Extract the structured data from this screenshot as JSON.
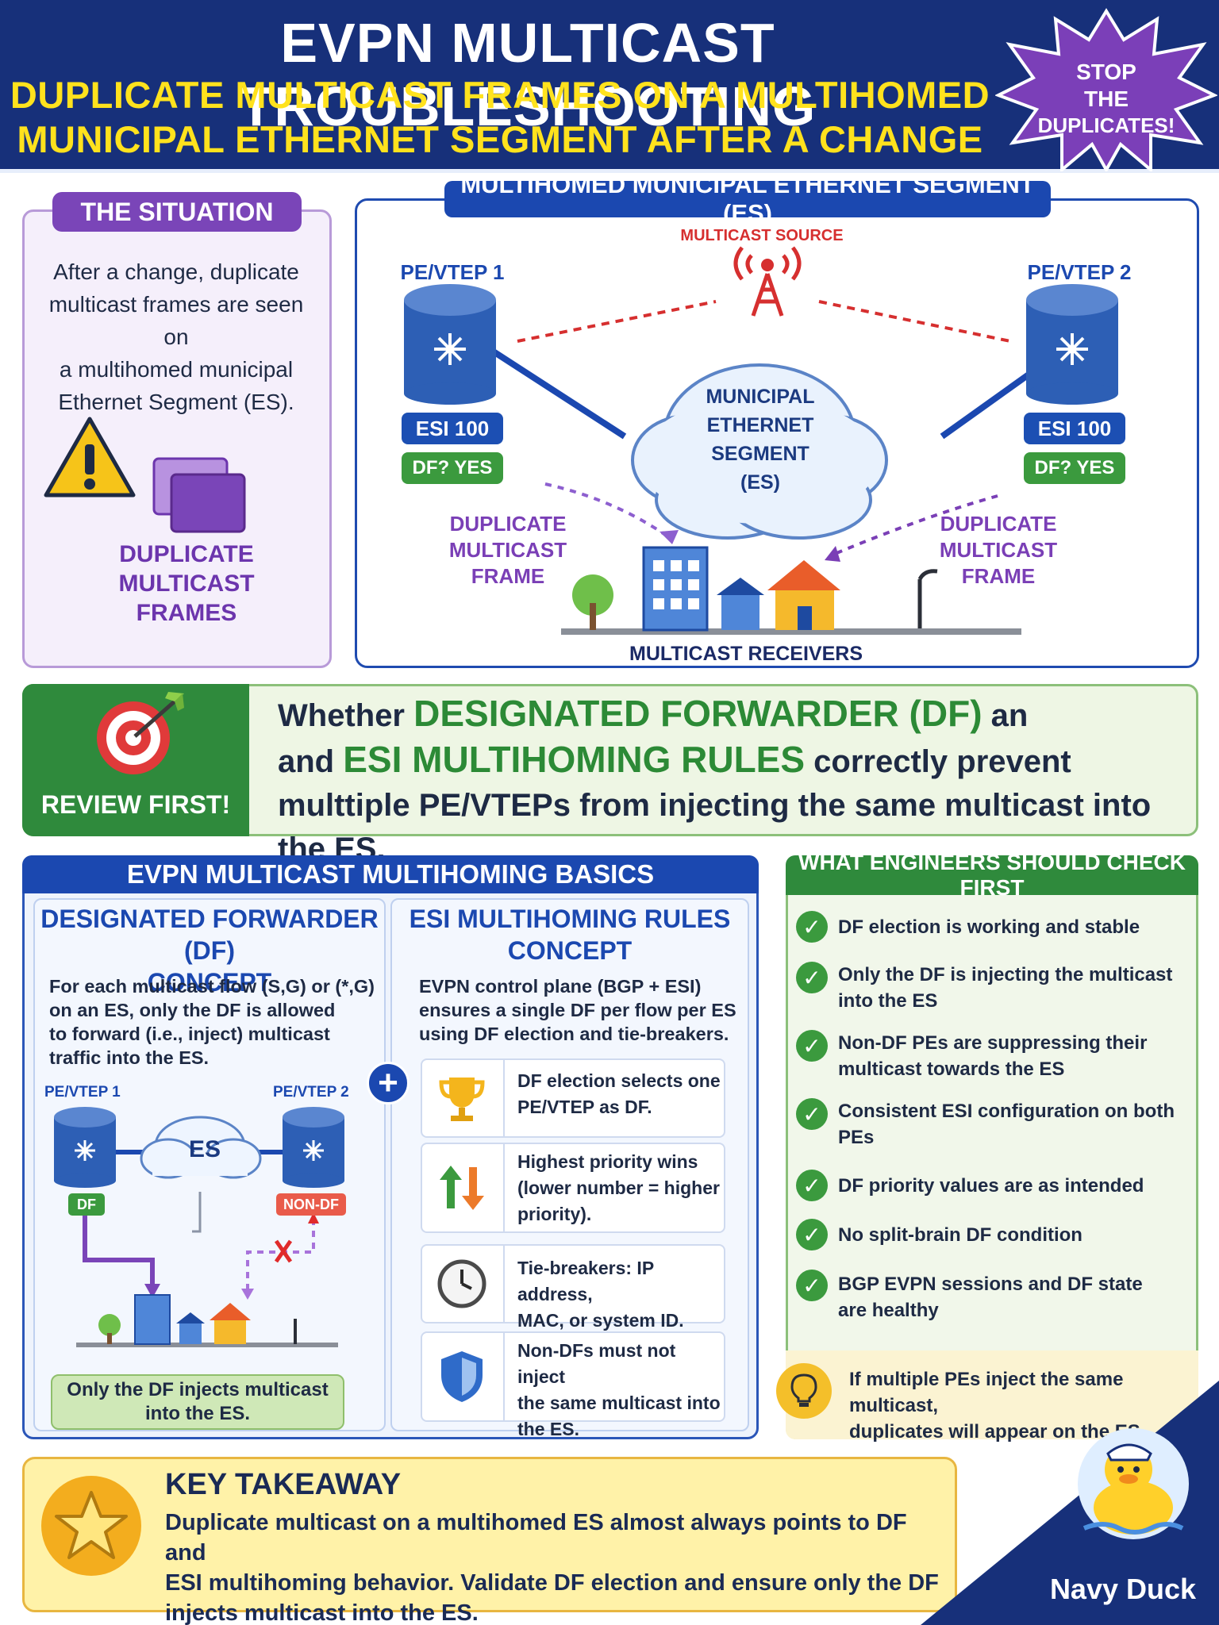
{
  "header": {
    "title": "EVPN MULTICAST TROUBLESHOOTING",
    "subtitle_line1": "DUPLICATE MULTICAST FRAMES ON A MULTIHOMED",
    "subtitle_line2": "MUNICIPAL ETHERNET SEGMENT AFTER A CHANGE",
    "starburst_line1": "STOP",
    "starburst_line2": "THE",
    "starburst_line3": "DUPLICATES!"
  },
  "situation": {
    "title": "THE SITUATION",
    "text_line1": "After a change, duplicate",
    "text_line2": "multicast frames are seen on",
    "text_line3": "a multihomed municipal",
    "text_line4": "Ethernet Segment (ES).",
    "dup_line1": "DUPLICATE",
    "dup_line2": "MULTICAST",
    "dup_line3": "FRAMES"
  },
  "es_diagram": {
    "title": "MULTIHOMED MUNICIPAL ETHERNET SEGMENT (ES)",
    "source_label": "MULTICAST SOURCE",
    "pe1_label": "PE/VTEP 1",
    "pe2_label": "PE/VTEP 2",
    "esi1": "ESI 100",
    "esi2": "ESI 100",
    "df1": "DF? YES",
    "df2": "DF? YES",
    "cloud_line1": "MUNICIPAL",
    "cloud_line2": "ETHERNET",
    "cloud_line3": "SEGMENT",
    "cloud_line4": "(ES)",
    "dup_left_line1": "DUPLICATE",
    "dup_left_line2": "MULTICAST",
    "dup_left_line3": "FRAME",
    "dup_right_line1": "DUPLICATE",
    "dup_right_line2": "MULTICAST",
    "dup_right_line3": "FRAME",
    "receivers_label": "MULTICAST RECEIVERS"
  },
  "review": {
    "label": "REVIEW FIRST!",
    "p1": "Whether ",
    "h1": "DESIGNATED FORWARDER (DF)",
    "p2": " an",
    "p3": "and ",
    "h2": "ESI MULTIHOMING RULES",
    "p4": " correctly prevent",
    "line3": "multtiple PE/VTEPs from injecting the same multicast into the ES."
  },
  "basics": {
    "title": "EVPN MULTICAST MULTIHOMING BASICS",
    "df_title_line1": "DESIGNATED FORWARDER (DF)",
    "df_title_line2": "CONCEPT",
    "df_text_line1": "For each multicast flow (S,G) or (*,G)",
    "df_text_line2": "on an ES, only the DF is allowed",
    "df_text_line3": "to forward (i.e., inject) multicast",
    "df_text_line4": "traffic into the ES.",
    "mini_pe1": "PE/VTEP 1",
    "mini_pe2": "PE/VTEP 2",
    "mini_es": "ES",
    "mini_df": "DF",
    "mini_nondf": "NON-DF",
    "df_only_line1": "Only the DF injects multicast",
    "df_only_line2": "into the ES.",
    "esi_title_line1": "ESI MULTIHOMING RULES",
    "esi_title_line2": "CONCEPT",
    "esi_text_line1": "EVPN control plane (BGP + ESI)",
    "esi_text_line2": "ensures a single DF per flow per ES",
    "esi_text_line3": "using DF election and tie-breakers.",
    "rules": [
      {
        "icon": "trophy-icon",
        "line1": "DF election selects one",
        "line2": "PE/VTEP as DF.",
        "line3": ""
      },
      {
        "icon": "priority-arrows-icon",
        "line1": "Highest priority wins",
        "line2": "(lower number = higher",
        "line3": "priority)."
      },
      {
        "icon": "clock-icon",
        "line1": "Tie-breakers: IP address,",
        "line2": "MAC, or system ID.",
        "line3": ""
      },
      {
        "icon": "shield-icon",
        "line1": "Non-DFs must not inject",
        "line2": "the same multicast into",
        "line3": "the ES."
      }
    ]
  },
  "checks": {
    "title": "WHAT ENGINEERS SHOULD CHECK FIRST",
    "items": [
      {
        "line1": "DF election is working and stable",
        "line2": ""
      },
      {
        "line1": "Only the DF is injecting the multicast",
        "line2": "into the ES"
      },
      {
        "line1": "Non-DF PEs are suppressing their",
        "line2": "multicast towards the ES"
      },
      {
        "line1": "Consistent ESI configuration on both",
        "line2": "PEs"
      },
      {
        "line1": "DF priority values are as intended",
        "line2": ""
      },
      {
        "line1": "No split-brain DF condition",
        "line2": ""
      },
      {
        "line1": "BGP EVPN sessions and DF state",
        "line2": "are healthy"
      }
    ],
    "tip_line1": "If multiple PEs inject the same multicast,",
    "tip_line2": "duplicates will appear on the ES."
  },
  "takeaway": {
    "title": "KEY TAKEAWAY",
    "line1": "Duplicate multicast on a multihomed ES almost always points to DF and",
    "line2": "ESI multihoming behavior. Validate DF election and ensure only the DF",
    "line3": "injects multicast into the ES."
  },
  "brand": {
    "name": "Navy Duck"
  },
  "colors": {
    "navy": "#17307a",
    "yellow": "#ffe21d",
    "purple": "#7a45b8",
    "green": "#2f8a3c",
    "blue": "#1b48b0",
    "red": "#d62f2f"
  }
}
